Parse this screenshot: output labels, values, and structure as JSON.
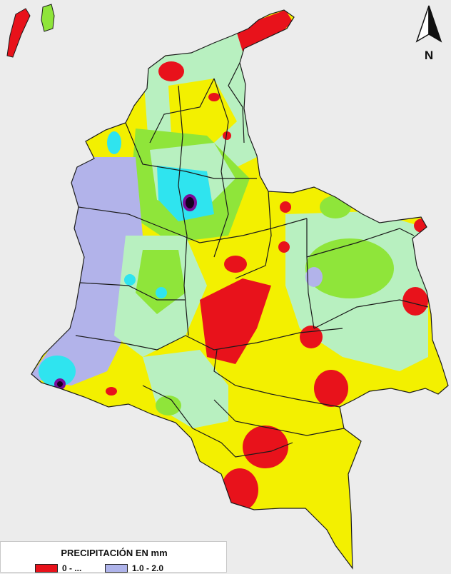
{
  "north_label": "N",
  "legend": {
    "title": "PRECIPITACIÓN EN mm",
    "items": [
      {
        "color": "#e8121b",
        "label": "0 - ..."
      },
      {
        "color": "#aeb3ea",
        "label": "1.0 - 2.0"
      }
    ]
  },
  "palette": {
    "background": "#ececec",
    "red": "#e8121b",
    "yellow": "#f3f000",
    "light_green": "#b8f0c0",
    "green": "#8fe53a",
    "cyan": "#2fe4ef",
    "lavender": "#b2b3ea",
    "purple": "#7a0d9a",
    "dark": "#160020",
    "border": "#1a1a1a"
  }
}
